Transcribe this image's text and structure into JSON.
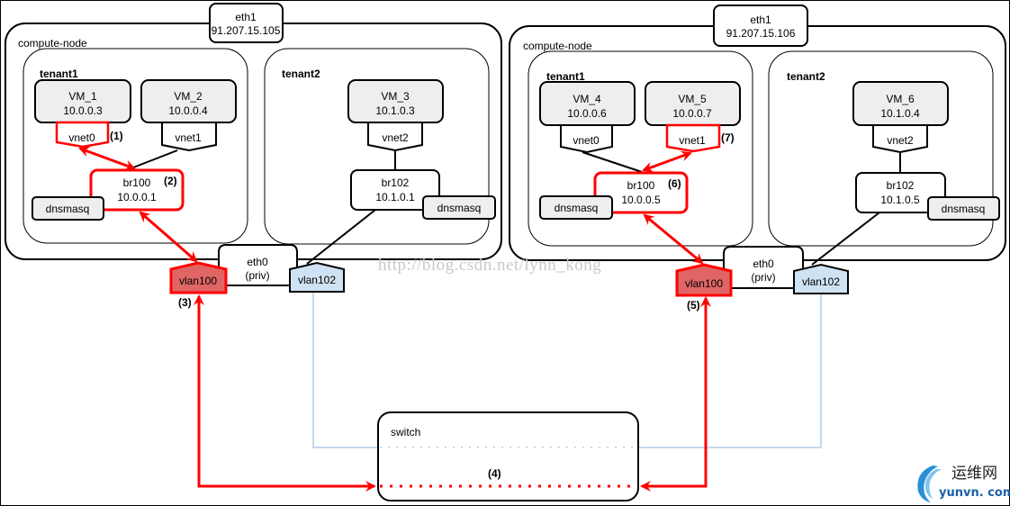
{
  "title": "Nova VLAN networking across two compute nodes",
  "colors": {
    "highlight": "#ff0000",
    "vlan100_fill": "#e06666",
    "vlan102_fill": "#cfe2f3",
    "vm_fill": "#eeeeee",
    "vlan102_line": "#c5d9ee",
    "watermark": "#c9c9c9"
  },
  "watermark": "http://blog.csdn.net/lynn_kong",
  "logo": {
    "cn": "运维网",
    "en": "yunvn. com"
  },
  "nodes": [
    {
      "label": "compute-node",
      "eth1": {
        "name": "eth1",
        "ip": "91.207.15.105"
      },
      "eth0": {
        "name": "eth0",
        "sub": "(priv)"
      },
      "tenants": [
        {
          "label": "tenant1",
          "vms": [
            {
              "name": "VM_1",
              "ip": "10.0.0.3",
              "vnet": "vnet0",
              "highlighted": true,
              "step": "(1)"
            },
            {
              "name": "VM_2",
              "ip": "10.0.0.4",
              "vnet": "vnet1",
              "highlighted": false,
              "step": ""
            }
          ],
          "bridge": {
            "name": "br100",
            "ip": "10.0.0.1",
            "highlighted": true,
            "step": "(2)"
          },
          "dnsmasq": "dnsmasq"
        },
        {
          "label": "tenant2",
          "vms": [
            {
              "name": "VM_3",
              "ip": "10.1.0.3",
              "vnet": "vnet2",
              "highlighted": false,
              "step": ""
            }
          ],
          "bridge": {
            "name": "br102",
            "ip": "10.1.0.1",
            "highlighted": false,
            "step": ""
          },
          "dnsmasq": "dnsmasq"
        }
      ],
      "vlans": [
        {
          "name": "vlan100",
          "highlighted": true,
          "step": "(3)"
        },
        {
          "name": "vlan102",
          "highlighted": false,
          "step": ""
        }
      ]
    },
    {
      "label": "compute-node",
      "eth1": {
        "name": "eth1",
        "ip": "91.207.15.106"
      },
      "eth0": {
        "name": "eth0",
        "sub": "(priv)"
      },
      "tenants": [
        {
          "label": "tenant1",
          "vms": [
            {
              "name": "VM_4",
              "ip": "10.0.0.6",
              "vnet": "vnet0",
              "highlighted": false,
              "step": ""
            },
            {
              "name": "VM_5",
              "ip": "10.0.0.7",
              "vnet": "vnet1",
              "highlighted": true,
              "step": "(7)"
            }
          ],
          "bridge": {
            "name": "br100",
            "ip": "10.0.0.5",
            "highlighted": true,
            "step": "(6)"
          },
          "dnsmasq": "dnsmasq"
        },
        {
          "label": "tenant2",
          "vms": [
            {
              "name": "VM_6",
              "ip": "10.1.0.4",
              "vnet": "vnet2",
              "highlighted": false,
              "step": ""
            }
          ],
          "bridge": {
            "name": "br102",
            "ip": "10.1.0.5",
            "highlighted": false,
            "step": ""
          },
          "dnsmasq": "dnsmasq"
        }
      ],
      "vlans": [
        {
          "name": "vlan100",
          "highlighted": true,
          "step": "(5)"
        },
        {
          "name": "vlan102",
          "highlighted": false,
          "step": ""
        }
      ]
    }
  ],
  "switch": {
    "label": "switch",
    "step": "(4)"
  }
}
